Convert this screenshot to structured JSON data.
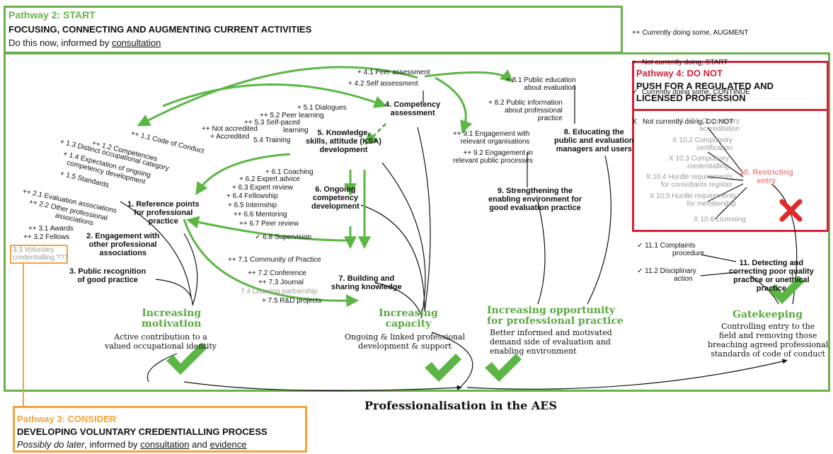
{
  "colors": {
    "green": "#6ab04c",
    "red": "#d0233b",
    "orange": "#f2a33a",
    "arrow_green": "#5cb646"
  },
  "p2": {
    "title": "Pathway 2: START",
    "subtitle": "FOCUSING, CONNECTING AND AUGMENTING CURRENT ACTIVITIES",
    "line_pre": "Do this now, informed by ",
    "line_link": "consultation"
  },
  "legend": [
    "++ Currently doing some, AUGMENT",
    "+   Not currently doing, START",
    "✓  Currently doing some, CONTINUE",
    "X   Not currently doing, DO NOT"
  ],
  "p4": {
    "title": "Pathway 4: DO NOT",
    "sub1": "PUSH FOR A REGULATED AND",
    "sub2": "LICENSED PROFESSION"
  },
  "p3": {
    "title": "Pathway 3: CONSIDER",
    "subtitle": "DEVELOPING VOLUNTARY CREDENTIALLING PROCESS",
    "l_italic": "Possibly do later",
    "l_mid": ", informed by ",
    "l_link1": "consultation",
    "l_and": " and ",
    "l_link2": "evidence"
  },
  "main_title": "Professionalisation in the AES",
  "n1": {
    "c1": "++ 1.1 Code of Conduct",
    "c2": "++ 1.2 Competencies",
    "c3": "+ 1.3 Distinct occupational category",
    "c4a": "+ 1.4 Expectation of ongoing",
    "c4b": "competency development",
    "c5": "+ 1.5 Standards",
    "l1": "1. Reference points",
    "l2": "for professional",
    "l3": "practice"
  },
  "n2": {
    "c1": "++ 2.1 Evaluation associations",
    "c2a": "++ 2.2 Other professional",
    "c2b": "associations",
    "l1": "2. Engagement with",
    "l2": "other professional",
    "l3": "associations"
  },
  "n3": {
    "c1": "++ 3.1 Awards",
    "c2": "++ 3.2 Fellows",
    "v1": "3.3 Voluntary",
    "v2": "credentialling ???",
    "l1": "3. Public recognition",
    "l2": "of good practice"
  },
  "n4": {
    "c1": "+ 4.1 Peer assessment",
    "c2": "+ 4.2 Self assessment",
    "l1": "4. Competency",
    "l2": "assessment"
  },
  "n5": {
    "c1": "+ 5.1 Dialogues",
    "c2": "++ 5.2 Peer learning",
    "c3a": "++ 5.3 Self-paced",
    "c3b": "learning",
    "c4a": "++ Not accredited",
    "c4b": "+ Accredited",
    "c5": "5.4 Training",
    "l1": "5. Knowledge,",
    "l2": "skills, attitude (KSA)",
    "l3": "development"
  },
  "n6": {
    "c1": "+ 6.1 Coaching",
    "c2": "+ 6.2 Expert advice",
    "c3": "+ 6.3 Expert review",
    "c4": "+ 6.4 Fellowship",
    "c5": "+ 6.5 Internship",
    "c6": "++ 6.6 Mentoring",
    "c7": "++ 6.7 Peer review",
    "c8": "✓ 6.8 Supervision",
    "l1": "6. Ongoing",
    "l2": "competency",
    "l3": "development"
  },
  "n7": {
    "c1": "++ 7.1 Community of Practice",
    "c2": "++ 7.2 Conference",
    "c3": "++ 7.3 Journal",
    "c4": "7.4 Learning partnership",
    "c5": "+ 7.5 R&D projects",
    "l1": "7. Building and",
    "l2": "sharing knowledge"
  },
  "n8": {
    "c1a": "+ 8.1 Public education",
    "c1b": "about evaluation",
    "c2a": "+ 8.2 Public information",
    "c2b": "about professional",
    "c2c": "practice",
    "l1": "8. Educating the",
    "l2": "public and evaluation",
    "l3": "managers and users"
  },
  "n9": {
    "c1a": "++ 9.1 Engagement with",
    "c1b": "relevant organisations",
    "c2a": "++ 9.2 Engagement in",
    "c2b": "relevant public processes",
    "l1": "9. Strengthening the",
    "l2": "enabling environment for",
    "l3": "good evaluation practice"
  },
  "n10": {
    "c1a": "X 10.1 Compulsory",
    "c1b": "accreditation",
    "c2a": "X 10.2 Compulsory",
    "c2b": "certification",
    "c3a": "X 10.3 Compulsory",
    "c3b": "credentialling",
    "c4a": "X 10.4 Hurdle requirements",
    "c4b": "for consultants register",
    "c5a": "X 10.5 Hurdle requirements",
    "c5b": "for membership",
    "c6": "X 10.6 Licensing",
    "l1": "10. Restricting",
    "l2": "entry"
  },
  "n11": {
    "c1a": "✓ 11.1 Complaints",
    "c1b": "procedure",
    "c2a": "✓ 11.2 Disciplinary",
    "c2b": "action",
    "l1": "11. Detecting and",
    "l2": "correcting poor quality",
    "l3": "practice or unethical",
    "l4": "practice"
  },
  "outcomes": {
    "mot_h1": "Increasing",
    "mot_h2": "motivation",
    "mot_d1": "Active contribution to a",
    "mot_d2": "valued occupational identity",
    "cap_h1": "Increasing",
    "cap_h2": "capacity",
    "cap_d1": "Ongoing & linked professional",
    "cap_d2": "development & support",
    "opp_h1": "Increasing opportunity",
    "opp_h2": "for professional practice",
    "opp_d1": "Better informed and motivated",
    "opp_d2": "demand side of  evaluation and",
    "opp_d3": "enabling environment",
    "gate_h": "Gatekeeping",
    "gate_d1": "Controlling entry to the",
    "gate_d2": "field and removing those",
    "gate_d3": "breaching agreed professional",
    "gate_d4": "standards of code of conduct"
  }
}
